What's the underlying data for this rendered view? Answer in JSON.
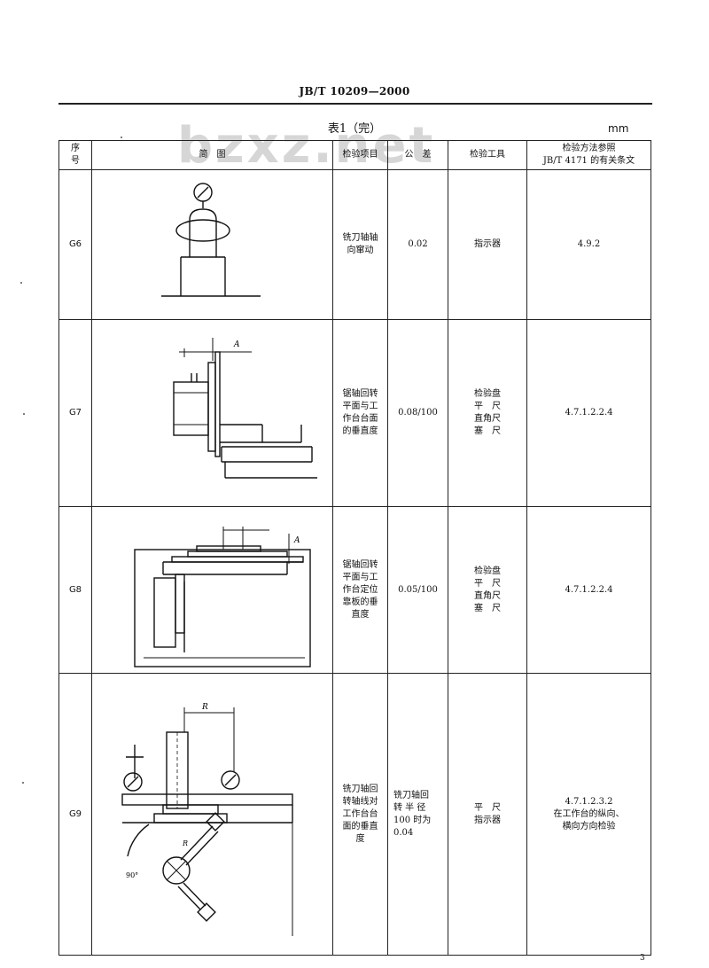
{
  "header": {
    "standard_number": "JB/T 10209—2000"
  },
  "watermark": "bzxz.net",
  "table_title": "表1（完）",
  "unit": "mm",
  "columns": {
    "seq": [
      "序",
      "号"
    ],
    "sketch": "简　图",
    "item": "检验项目",
    "tolerance": "公　差",
    "tools": "检验工具",
    "reference": [
      "检验方法参照",
      "JB/T 4171 的有关条文"
    ]
  },
  "rows": [
    {
      "seq": "G6",
      "item": [
        "铣刀轴轴",
        "向窜动"
      ],
      "tolerance": "0.02",
      "tools": [
        "指示器"
      ],
      "reference": [
        "4.9.2"
      ]
    },
    {
      "seq": "G7",
      "item": [
        "锯轴回转",
        "平面与工",
        "作台台面",
        "的垂直度"
      ],
      "tolerance": "0.08/100",
      "tools": [
        "检验盘",
        "平　尺",
        "直角尺",
        "塞　尺"
      ],
      "reference": [
        "4.7.1.2.2.4"
      ],
      "sketch_label": "A"
    },
    {
      "seq": "G8",
      "item": [
        "锯轴回转",
        "平面与工",
        "作台定位",
        "靠板的垂",
        "直度"
      ],
      "tolerance": "0.05/100",
      "tools": [
        "检验盘",
        "平　尺",
        "直角尺",
        "塞　尺"
      ],
      "reference": [
        "4.7.1.2.2.4"
      ],
      "sketch_label": "A"
    },
    {
      "seq": "G9",
      "item": [
        "铣刀轴回",
        "转轴线对",
        "工作台台",
        "面的垂直",
        "度"
      ],
      "tolerance": [
        "铣刀轴回",
        "转 半 径",
        "100 时为",
        "0.04"
      ],
      "tools": [
        "平　尺",
        "指示器"
      ],
      "reference": [
        "4.7.1.2.3.2",
        "在工作台的纵向、",
        "横向方向检验"
      ],
      "sketch_labels": {
        "radius": "R",
        "angle": "90°",
        "small_r": "R"
      }
    }
  ],
  "page_number": "3"
}
